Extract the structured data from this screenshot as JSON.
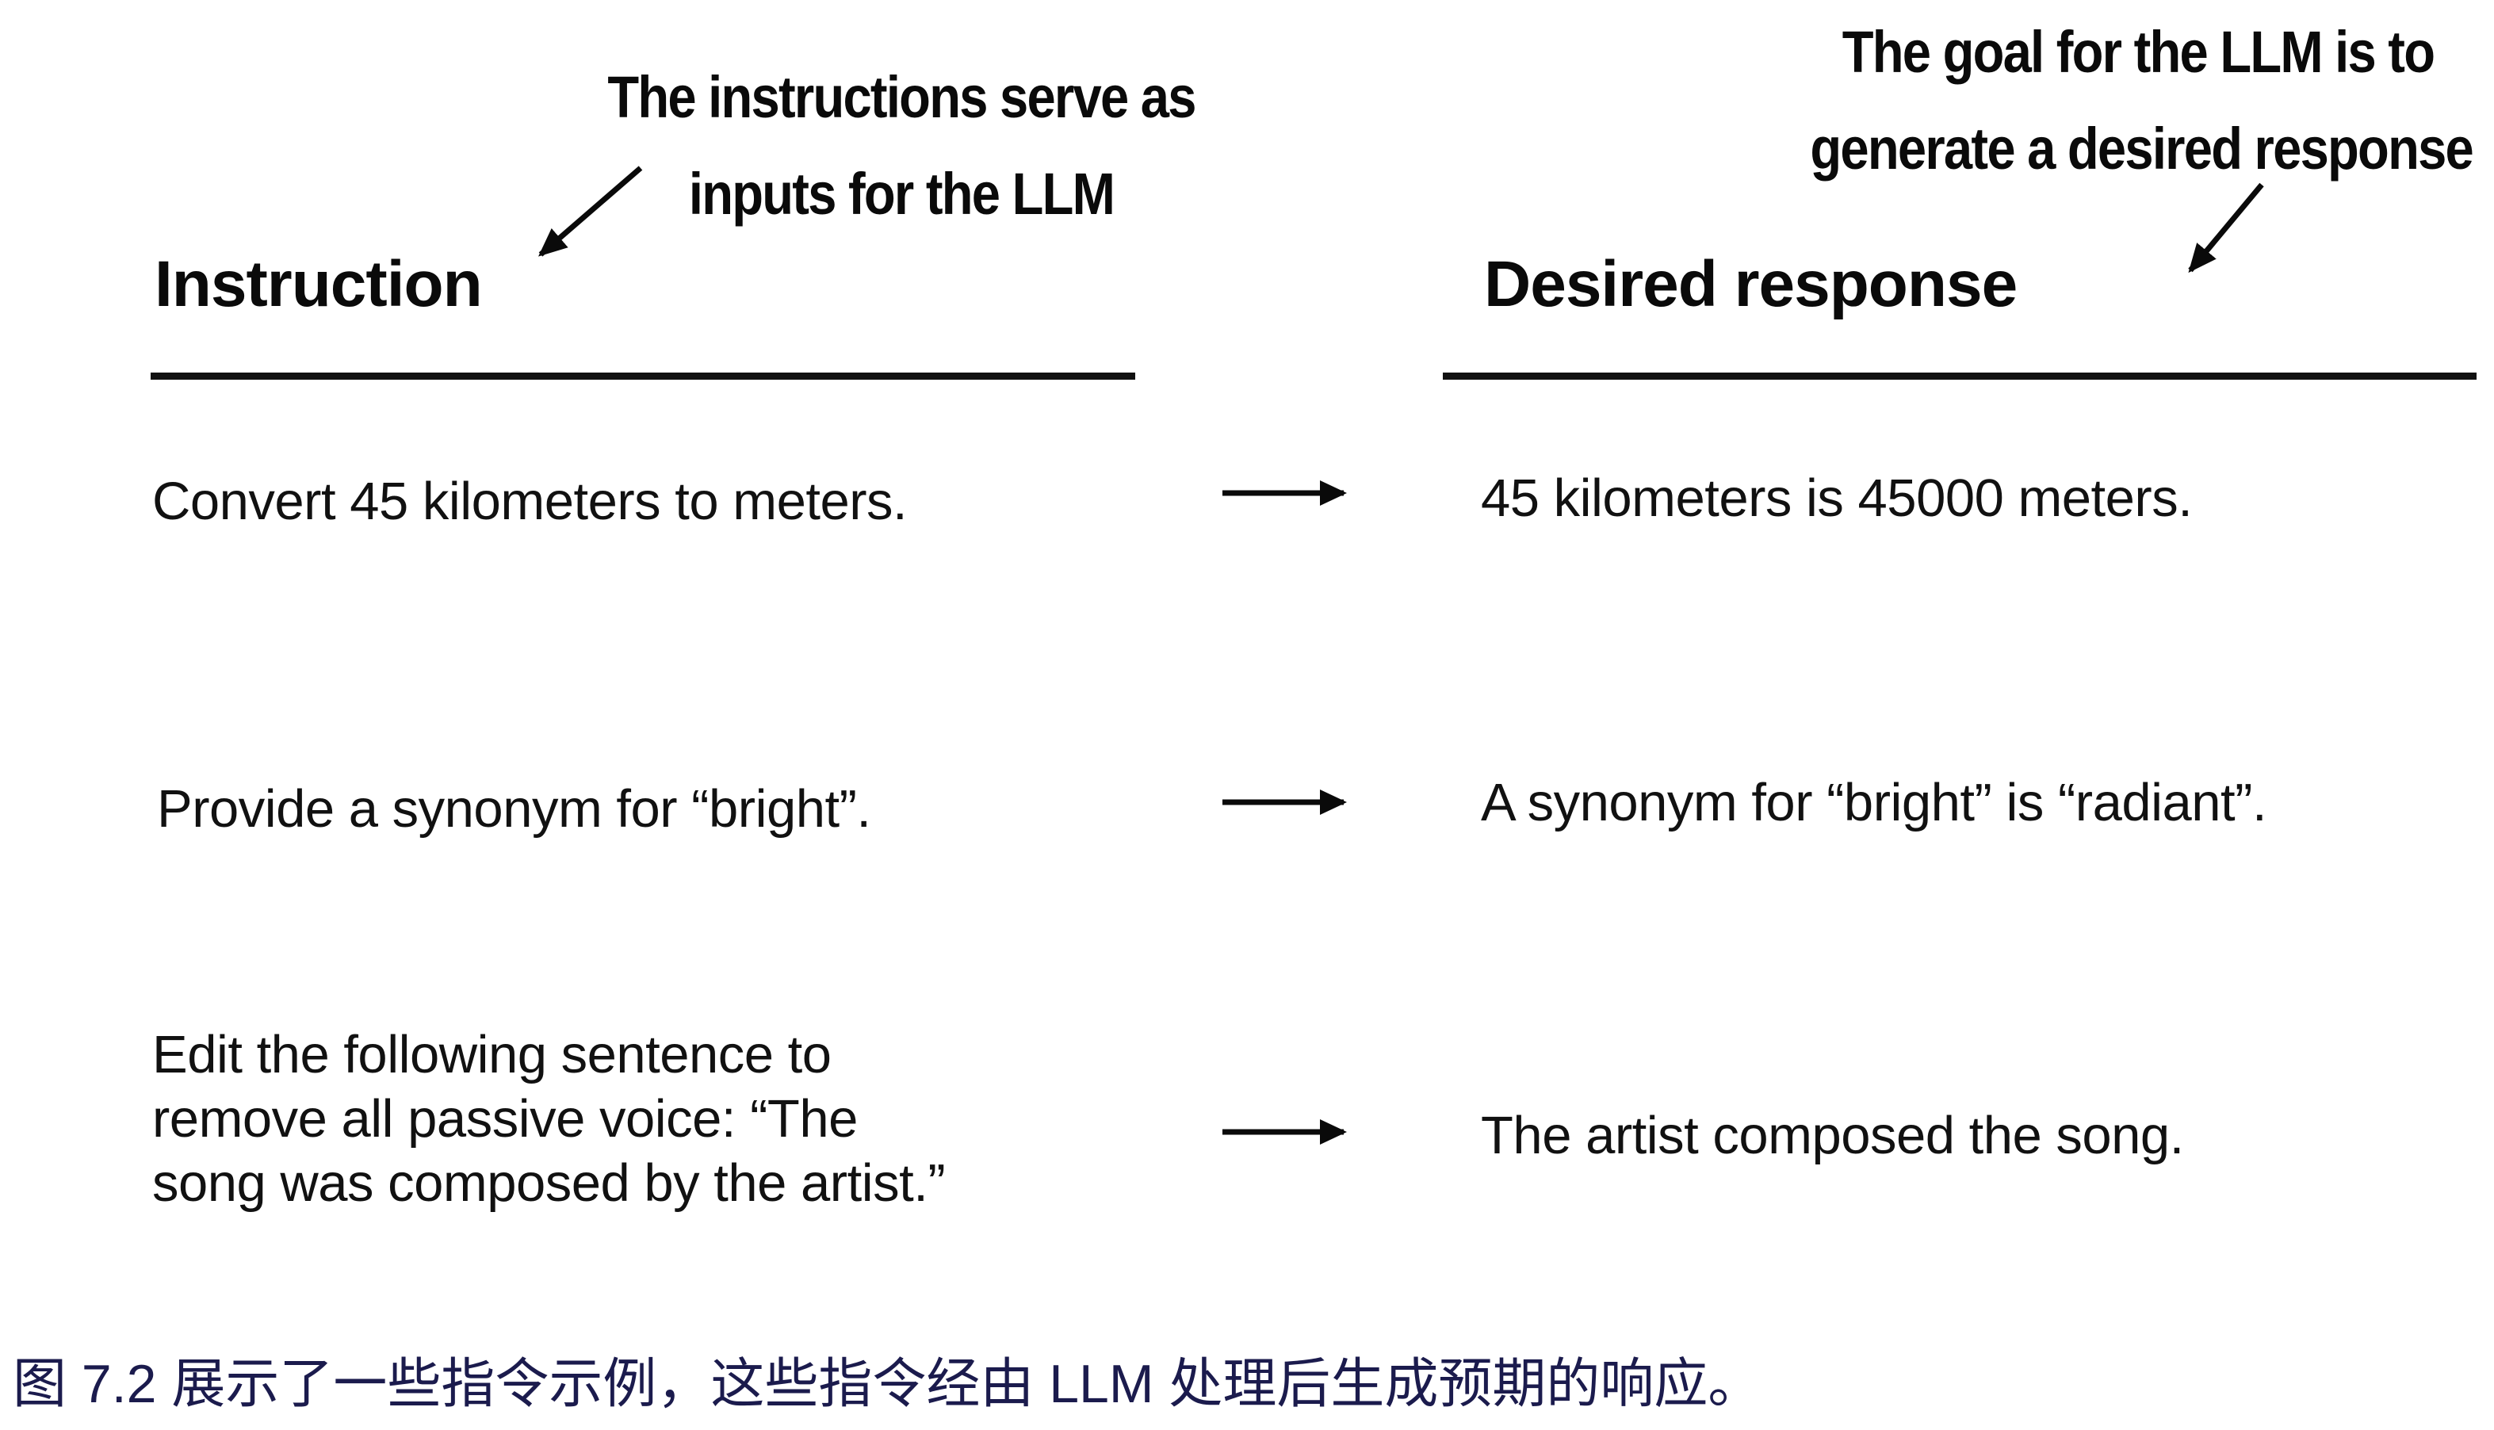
{
  "annotations": {
    "left": {
      "line1": "The instructions serve as",
      "line2": "inputs for the LLM"
    },
    "right": {
      "line1": "The goal for the LLM is to",
      "line2": "generate a desired response"
    }
  },
  "headers": {
    "instruction": "Instruction",
    "response": "Desired response"
  },
  "rows": [
    {
      "instruction": "Convert 45 kilometers to meters.",
      "response": "45 kilometers is 45000 meters."
    },
    {
      "instruction": "Provide a synonym for “bright”.",
      "response": "A synonym for “bright” is “radiant”."
    },
    {
      "instruction_lines": [
        "Edit the following sentence to",
        "remove all passive voice: “The",
        "song was composed by the artist.”"
      ],
      "response": "The artist composed the song."
    }
  ],
  "caption": {
    "text": "图 7.2 展示了一些指令示例，这些指令经由 LLM 处理后生成预期的响应。",
    "color": "#1b1b4d"
  },
  "icons": {
    "row-arrow-icon": "→",
    "annotation-arrow-icon": "↙"
  },
  "colors": {
    "text": "#0e0e0e",
    "caption": "#1b1b4d",
    "background": "#ffffff",
    "rule": "#111111"
  }
}
